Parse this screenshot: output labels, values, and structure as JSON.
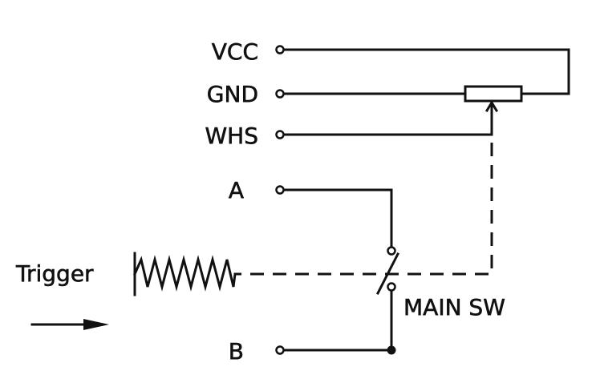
{
  "terminals": {
    "vcc": "VCC",
    "gnd": "GND",
    "whs": "WHS",
    "a": "A",
    "b": "B"
  },
  "switch_label": "MAIN SW",
  "trigger_label": "Trigger",
  "icons": {
    "spring": "spring-icon",
    "potentiometer": "potentiometer-icon",
    "switch": "switch-icon",
    "arrow": "arrow-right-icon"
  },
  "colors": {
    "line": "#111111",
    "background": "#ffffff"
  }
}
